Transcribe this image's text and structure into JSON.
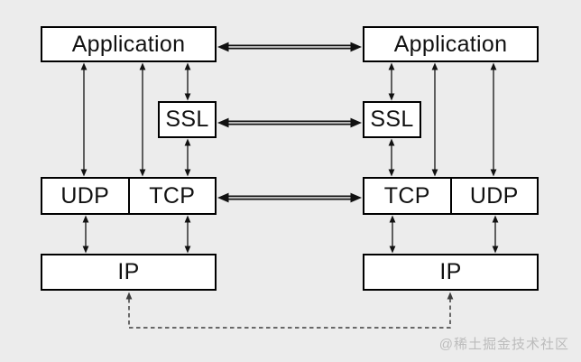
{
  "colors": {
    "background": "#ececec",
    "box_fill": "#ffffff",
    "box_border": "#000000",
    "arrow": "#111111",
    "dashed_arrow": "#3c3c3c",
    "watermark_text": "#bcbcbc"
  },
  "stacks": {
    "left": {
      "application": "Application",
      "ssl": "SSL",
      "transport": {
        "left_cell": "UDP",
        "right_cell": "TCP"
      },
      "ip": "IP"
    },
    "right": {
      "application": "Application",
      "ssl": "SSL",
      "transport": {
        "left_cell": "TCP",
        "right_cell": "UDP"
      },
      "ip": "IP"
    }
  },
  "watermark": "@稀土掘金技术社区"
}
